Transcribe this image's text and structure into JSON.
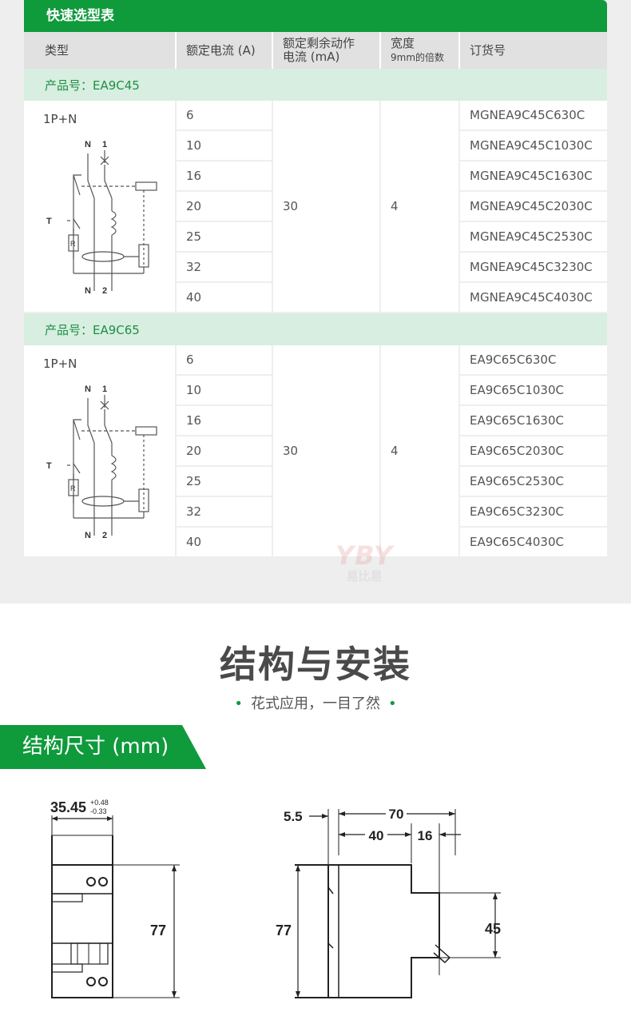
{
  "table": {
    "title": "快速选型表",
    "headers": {
      "type": "类型",
      "current": "额定电流 (A)",
      "residual_line1": "额定剩余动作",
      "residual_line2": "电流 (mA)",
      "width_line1": "宽度",
      "width_line2": "9mm的倍数",
      "order": "订货号"
    },
    "groups": [
      {
        "product_label": "产品号：EA9C45",
        "type": "1P+N",
        "residual": "30",
        "width": "4",
        "currents": [
          "6",
          "10",
          "16",
          "20",
          "25",
          "32",
          "40"
        ],
        "orders": [
          "MGNEA9C45C630C",
          "MGNEA9C45C1030C",
          "MGNEA9C45C1630C",
          "MGNEA9C45C2030C",
          "MGNEA9C45C2530C",
          "MGNEA9C45C3230C",
          "MGNEA9C45C4030C"
        ]
      },
      {
        "product_label": "产品号：EA9C65",
        "type": "1P+N",
        "residual": "30",
        "width": "4",
        "currents": [
          "6",
          "10",
          "16",
          "20",
          "25",
          "32",
          "40"
        ],
        "orders": [
          "EA9C65C630C",
          "EA9C65C1030C",
          "EA9C65C1630C",
          "EA9C65C2030C",
          "EA9C65C2530C",
          "EA9C65C3230C",
          "EA9C65C4030C"
        ]
      }
    ],
    "circuit_labels": {
      "n_top": "N",
      "one_top": "1",
      "n_bottom": "N",
      "two_bottom": "2",
      "t": "T",
      "r": "R"
    }
  },
  "watermark": {
    "logo": "YBY",
    "text": "易比易"
  },
  "section": {
    "title": "结构与安装",
    "subtitle": "花式应用，一目了然",
    "dot": "•"
  },
  "dimensions": {
    "banner": "结构尺寸 (mm)",
    "front_width": "35.45",
    "front_tol_plus": "+0.48",
    "front_tol_minus": "-0.33",
    "front_height": "77",
    "side_5_5": "5.5",
    "side_70": "70",
    "side_40": "40",
    "side_16": "16",
    "side_77": "77",
    "side_45": "45"
  },
  "colors": {
    "green": "#0f9a3c",
    "light_green": "#d7eee0",
    "header_gray": "#e1e1e1"
  }
}
